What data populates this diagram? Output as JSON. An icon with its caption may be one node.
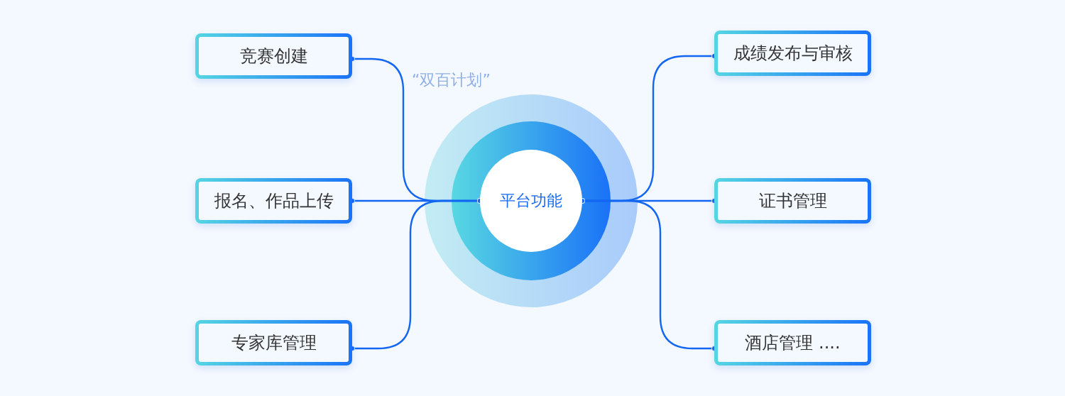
{
  "diagram": {
    "nodes": [
      {
        "text": [
          "平台功能"
        ]
      },
      {
        "text": [
          "竞赛创建"
        ]
      },
      {
        "text": [
          "报名、作品上传"
        ]
      },
      {
        "text": [
          "专家库管理"
        ]
      },
      {
        "text": [
          "成绩发布与审核"
        ]
      },
      {
        "text": [
          "证书管理"
        ]
      },
      {
        "text": [
          "酒店管理 ...."
        ]
      }
    ],
    "edges": [
      {
        "from": 0,
        "to": 1,
        "arrow": "other"
      },
      {
        "from": 0,
        "to": 2,
        "arrow": "other"
      },
      {
        "from": 0,
        "to": 3,
        "arrow": "other"
      },
      {
        "from": 0,
        "to": 4,
        "arrow": "other"
      },
      {
        "from": 0,
        "to": 5,
        "arrow": "other"
      },
      {
        "from": 0,
        "to": 6,
        "arrow": "other"
      }
    ],
    "labels": [
      "“双百计划”"
    ]
  }
}
